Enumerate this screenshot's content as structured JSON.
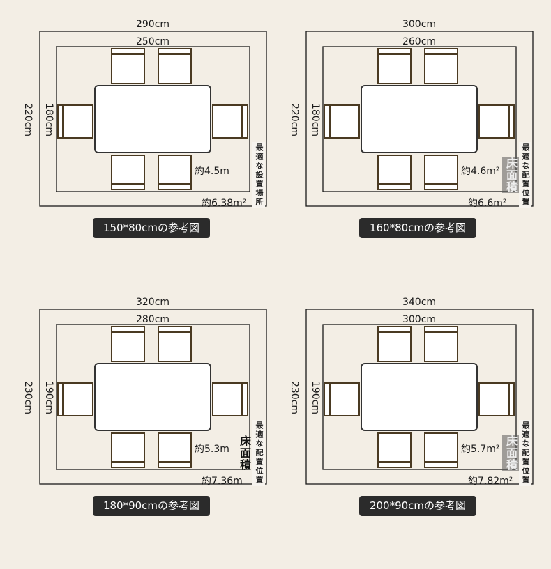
{
  "colors": {
    "background": "#f3eee5",
    "line": "#1a1a1a",
    "chair": "#4a3a22",
    "caption_bg": "#2b2b2b"
  },
  "panels": [
    {
      "outer_width": "290cm",
      "inner_width": "250cm",
      "outer_depth": "220cm",
      "inner_depth": "180cm",
      "table_area": "約4.5m",
      "room_area": "約6.38m²",
      "side_label": "最適な設置場所",
      "floor_label": "",
      "caption": "150*80cmの参考図"
    },
    {
      "outer_width": "300cm",
      "inner_width": "260cm",
      "outer_depth": "220cm",
      "inner_depth": "180cm",
      "table_area": "約4.6m²",
      "room_area": "約6.6m²",
      "side_label": "最適な配置位置",
      "floor_label": "床面積",
      "caption": "160*80cmの参考図"
    },
    {
      "outer_width": "320cm",
      "inner_width": "280cm",
      "outer_depth": "230cm",
      "inner_depth": "190cm",
      "table_area": "約5.3m",
      "room_area": "約7.36m",
      "side_label": "最適な配置位置",
      "floor_label": "床面積",
      "caption": "180*90cmの参考図"
    },
    {
      "outer_width": "340cm",
      "inner_width": "300cm",
      "outer_depth": "230cm",
      "inner_depth": "190cm",
      "table_area": "約5.7m²",
      "room_area": "約7.82m²",
      "side_label": "最適な配置位置",
      "floor_label": "床面積",
      "caption": "200*90cmの参考図"
    }
  ]
}
